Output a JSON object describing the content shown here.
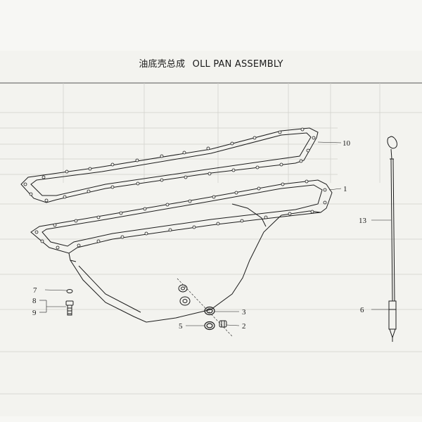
{
  "title": {
    "chinese": "油底壳总成",
    "english": "OLL PAN ASSEMBLY"
  },
  "callouts": [
    "10",
    "1",
    "13",
    "7",
    "8",
    "9",
    "3",
    "5",
    "2",
    "6"
  ],
  "colors": {
    "ink": "#1c1c1c",
    "paper": "#f3f3ef",
    "faint_table": "#c9c9c4"
  }
}
